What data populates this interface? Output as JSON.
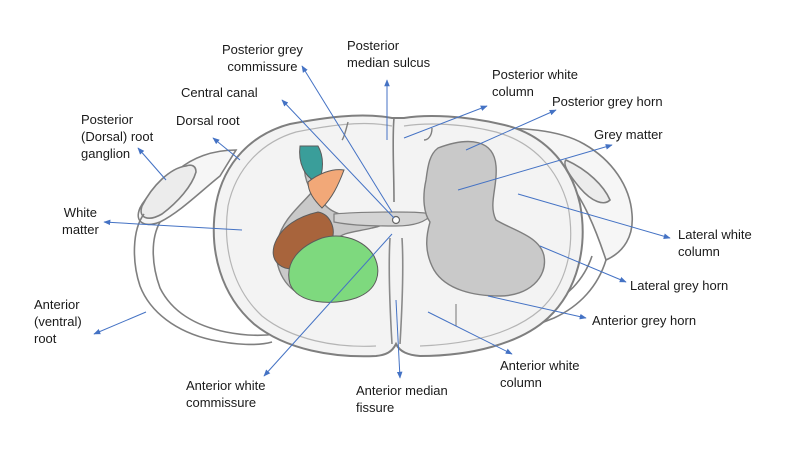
{
  "labels": {
    "posterior_grey_commissure": [
      "Posterior grey",
      "commissure"
    ],
    "posterior_median_sulcus": [
      "Posterior",
      "median sulcus"
    ],
    "posterior_white_column": [
      "Posterior white",
      "column"
    ],
    "central_canal": [
      "Central canal"
    ],
    "posterior_grey_horn": [
      "Posterior grey horn"
    ],
    "dorsal_root": [
      "Dorsal root"
    ],
    "posterior_dorsal_root_ganglion": [
      "Posterior",
      "(Dorsal) root",
      "ganglion"
    ],
    "grey_matter": [
      "Grey matter"
    ],
    "white_matter": [
      "White",
      "matter"
    ],
    "lateral_white_column": [
      "Lateral white",
      "column"
    ],
    "lateral_grey_horn": [
      "Lateral grey horn"
    ],
    "anterior_ventral_root": [
      "Anterior",
      "(ventral)",
      "root"
    ],
    "anterior_grey_horn": [
      "Anterior grey horn"
    ],
    "anterior_white_commissure": [
      "Anterior white",
      "commissure"
    ],
    "anterior_median_fissure": [
      "Anterior median",
      "fissure"
    ],
    "anterior_white_column": [
      "Anterior white",
      "column"
    ]
  },
  "colors": {
    "region_teal": "#3a9e9a",
    "region_orange": "#f2a878",
    "region_brown": "#a8643c",
    "region_green": "#7ed97e",
    "grey_matter_fill": "#c9c9c9",
    "white_matter_fill": "#f3f3f3",
    "outline": "#7f7f7f",
    "leader_line": "#4472c4"
  }
}
